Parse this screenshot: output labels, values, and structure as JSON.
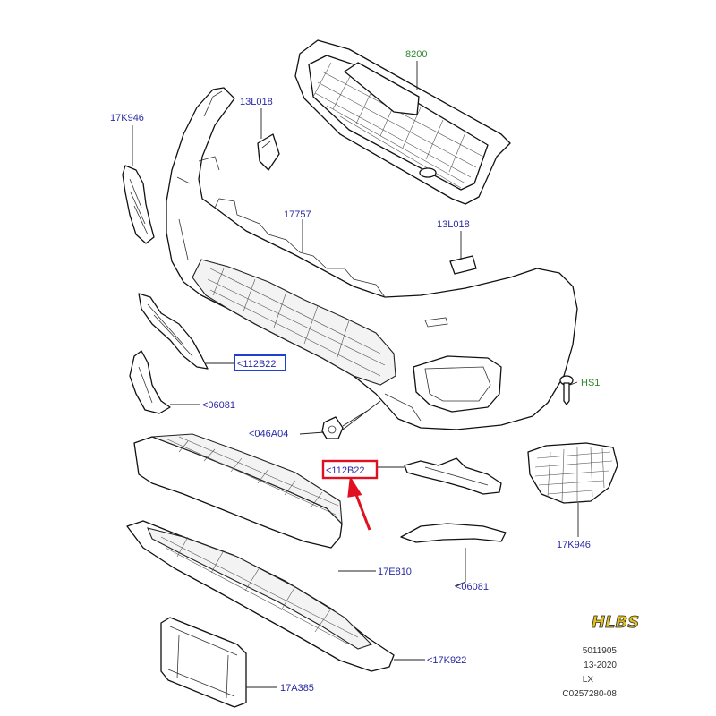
{
  "watermark": "HLBS",
  "labels": {
    "grille": "8200",
    "side_trim_left": "17K946",
    "cover_top": "13L018",
    "bumper_cover": "17757",
    "cover_right": "13L018",
    "bracket_left": "<112B22",
    "screw": "HS1",
    "trim_left": "<06081",
    "clip": "<046A04",
    "bracket_right": "<112B22",
    "fog_grille": "17K946",
    "trim_right": "<06081",
    "lower_beam": "17E810",
    "valance": "<17K922",
    "plate_bracket": "17A385"
  },
  "reference": {
    "line1": "5011905",
    "line2": "13-2020",
    "line3": "LX",
    "line4": "C0257280-08"
  },
  "colors": {
    "label_blue": "#2a2aa6",
    "label_green": "#2f8a2f",
    "highlight_box": "#1f3fd0",
    "callout_red": "#e01020",
    "watermark": "#e7c21a"
  }
}
